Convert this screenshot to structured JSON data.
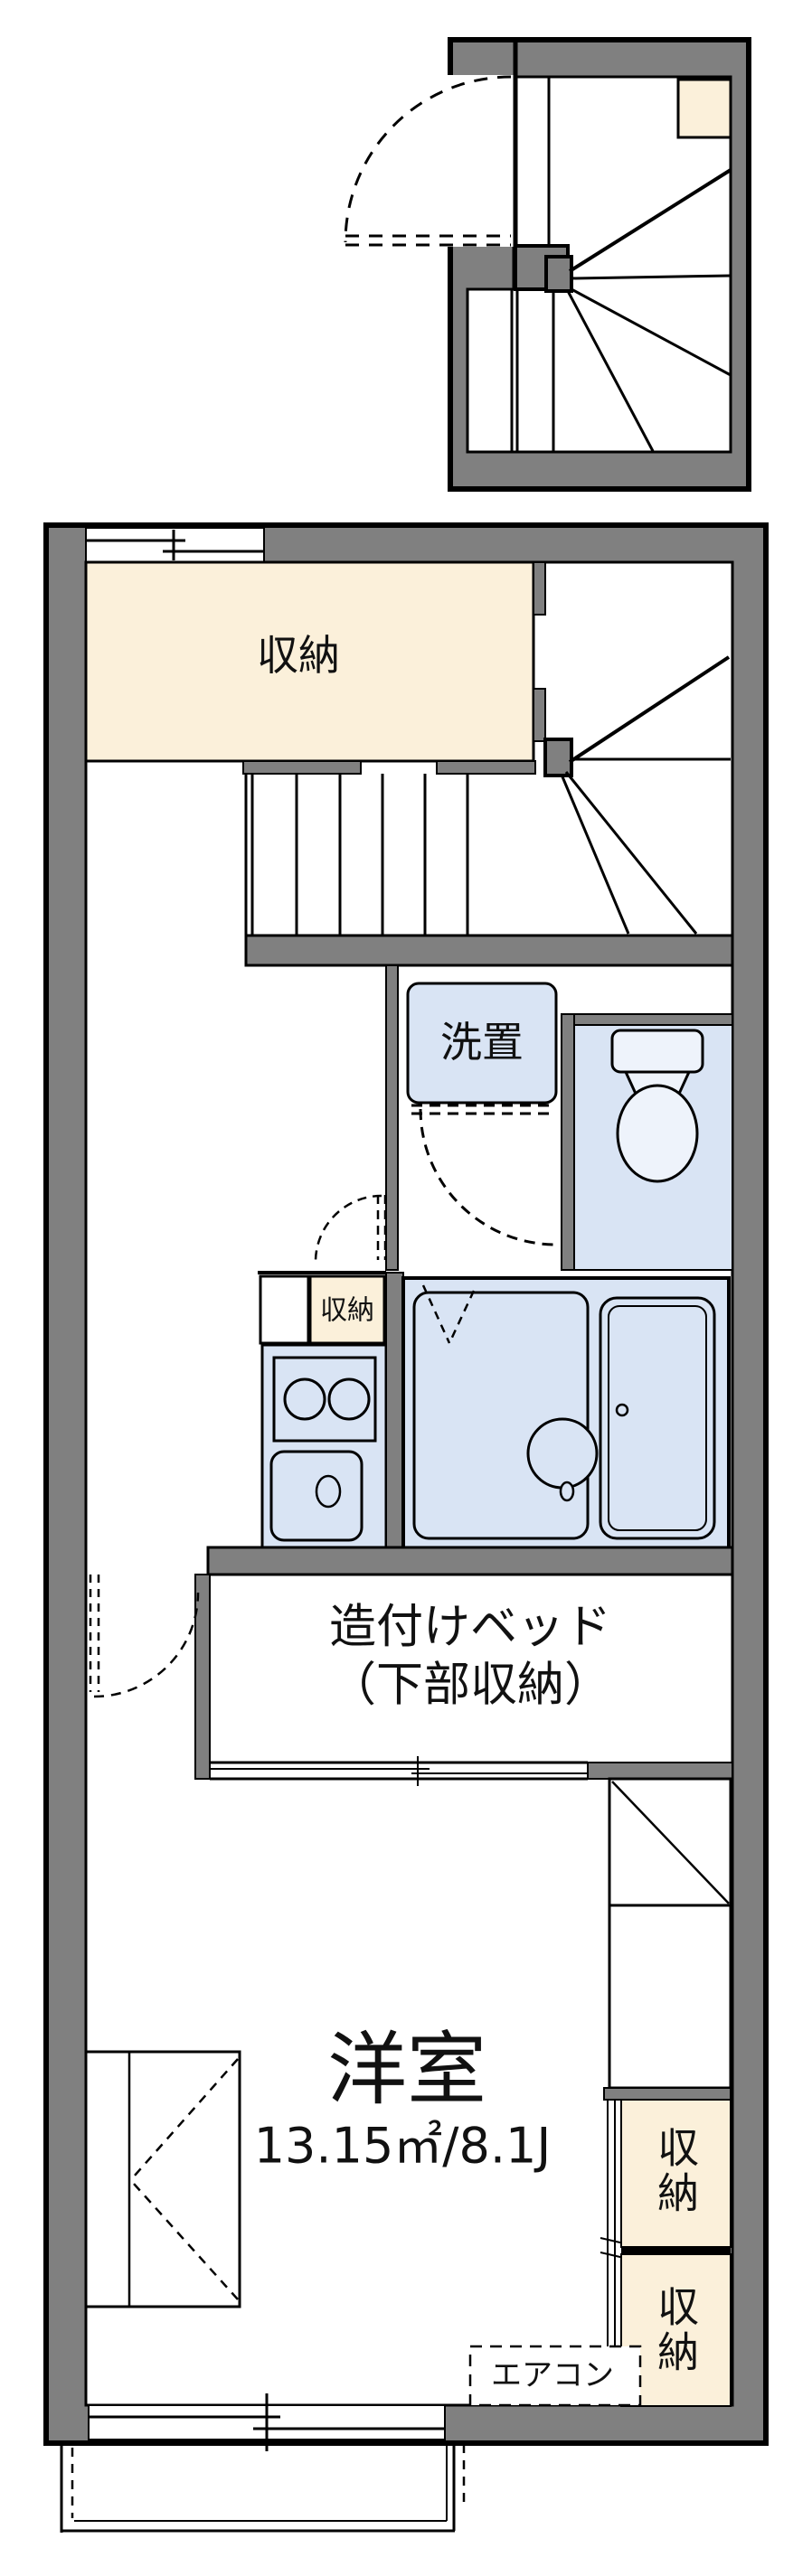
{
  "figure": "japanese-apartment-floor-plan",
  "colors": {
    "wall_gray": "#808080",
    "outline_black": "#000000",
    "storage_beige": "#fbf0da",
    "wet_area_blue": "#d9e4f4",
    "fixture_light": "#eef3fb",
    "background": "#ffffff"
  },
  "labels": {
    "storage_top": "収納",
    "laundry": "洗置",
    "kitchen_storage": "収納",
    "bed_line1": "造付けベッド",
    "bed_line2": "（下部収納）",
    "room_name": "洋室",
    "room_area": "13.15㎡/8.1J",
    "closet_upper": "収納",
    "closet_lower": "収納",
    "aircon": "エアコン"
  }
}
